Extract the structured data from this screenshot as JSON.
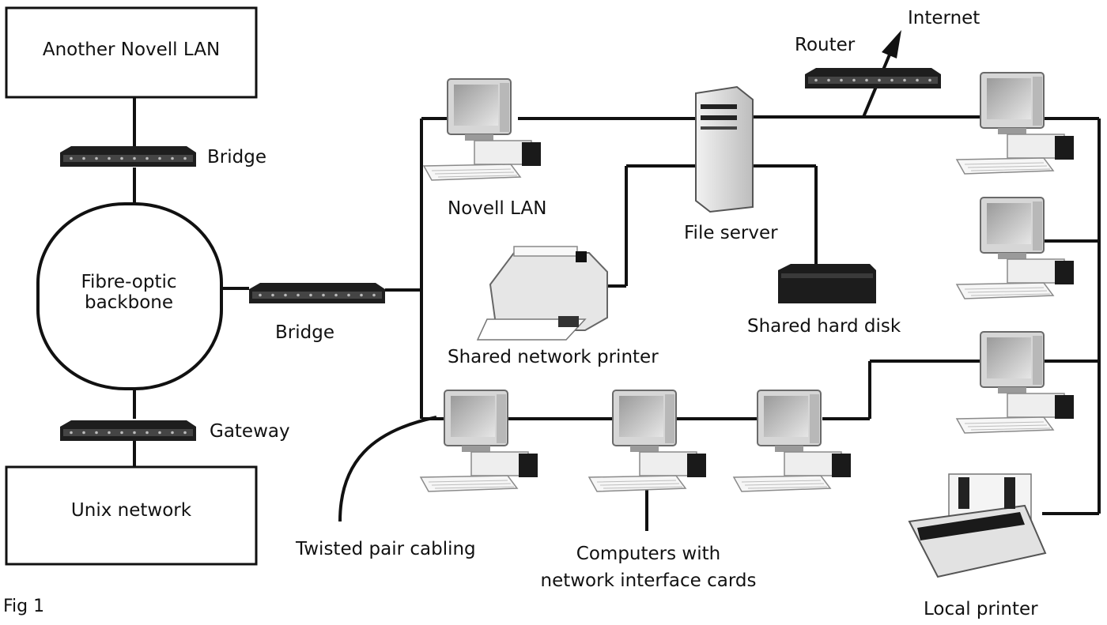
{
  "figure": {
    "caption": "Fig 1"
  },
  "labels": {
    "another_novell_lan": "Another Novell LAN",
    "bridge_top": "Bridge",
    "fibre_backbone": "Fibre-optic backbone",
    "bridge_mid": "Bridge",
    "gateway": "Gateway",
    "unix_network": "Unix network",
    "novell_lan": "Novell LAN",
    "file_server": "File server",
    "router": "Router",
    "internet": "Internet",
    "shared_printer": "Shared network printer",
    "shared_disk": "Shared hard disk",
    "twisted_pair": "Twisted pair cabling",
    "computers_with": "Computers with",
    "nic": "network interface cards",
    "local_printer": "Local printer"
  }
}
